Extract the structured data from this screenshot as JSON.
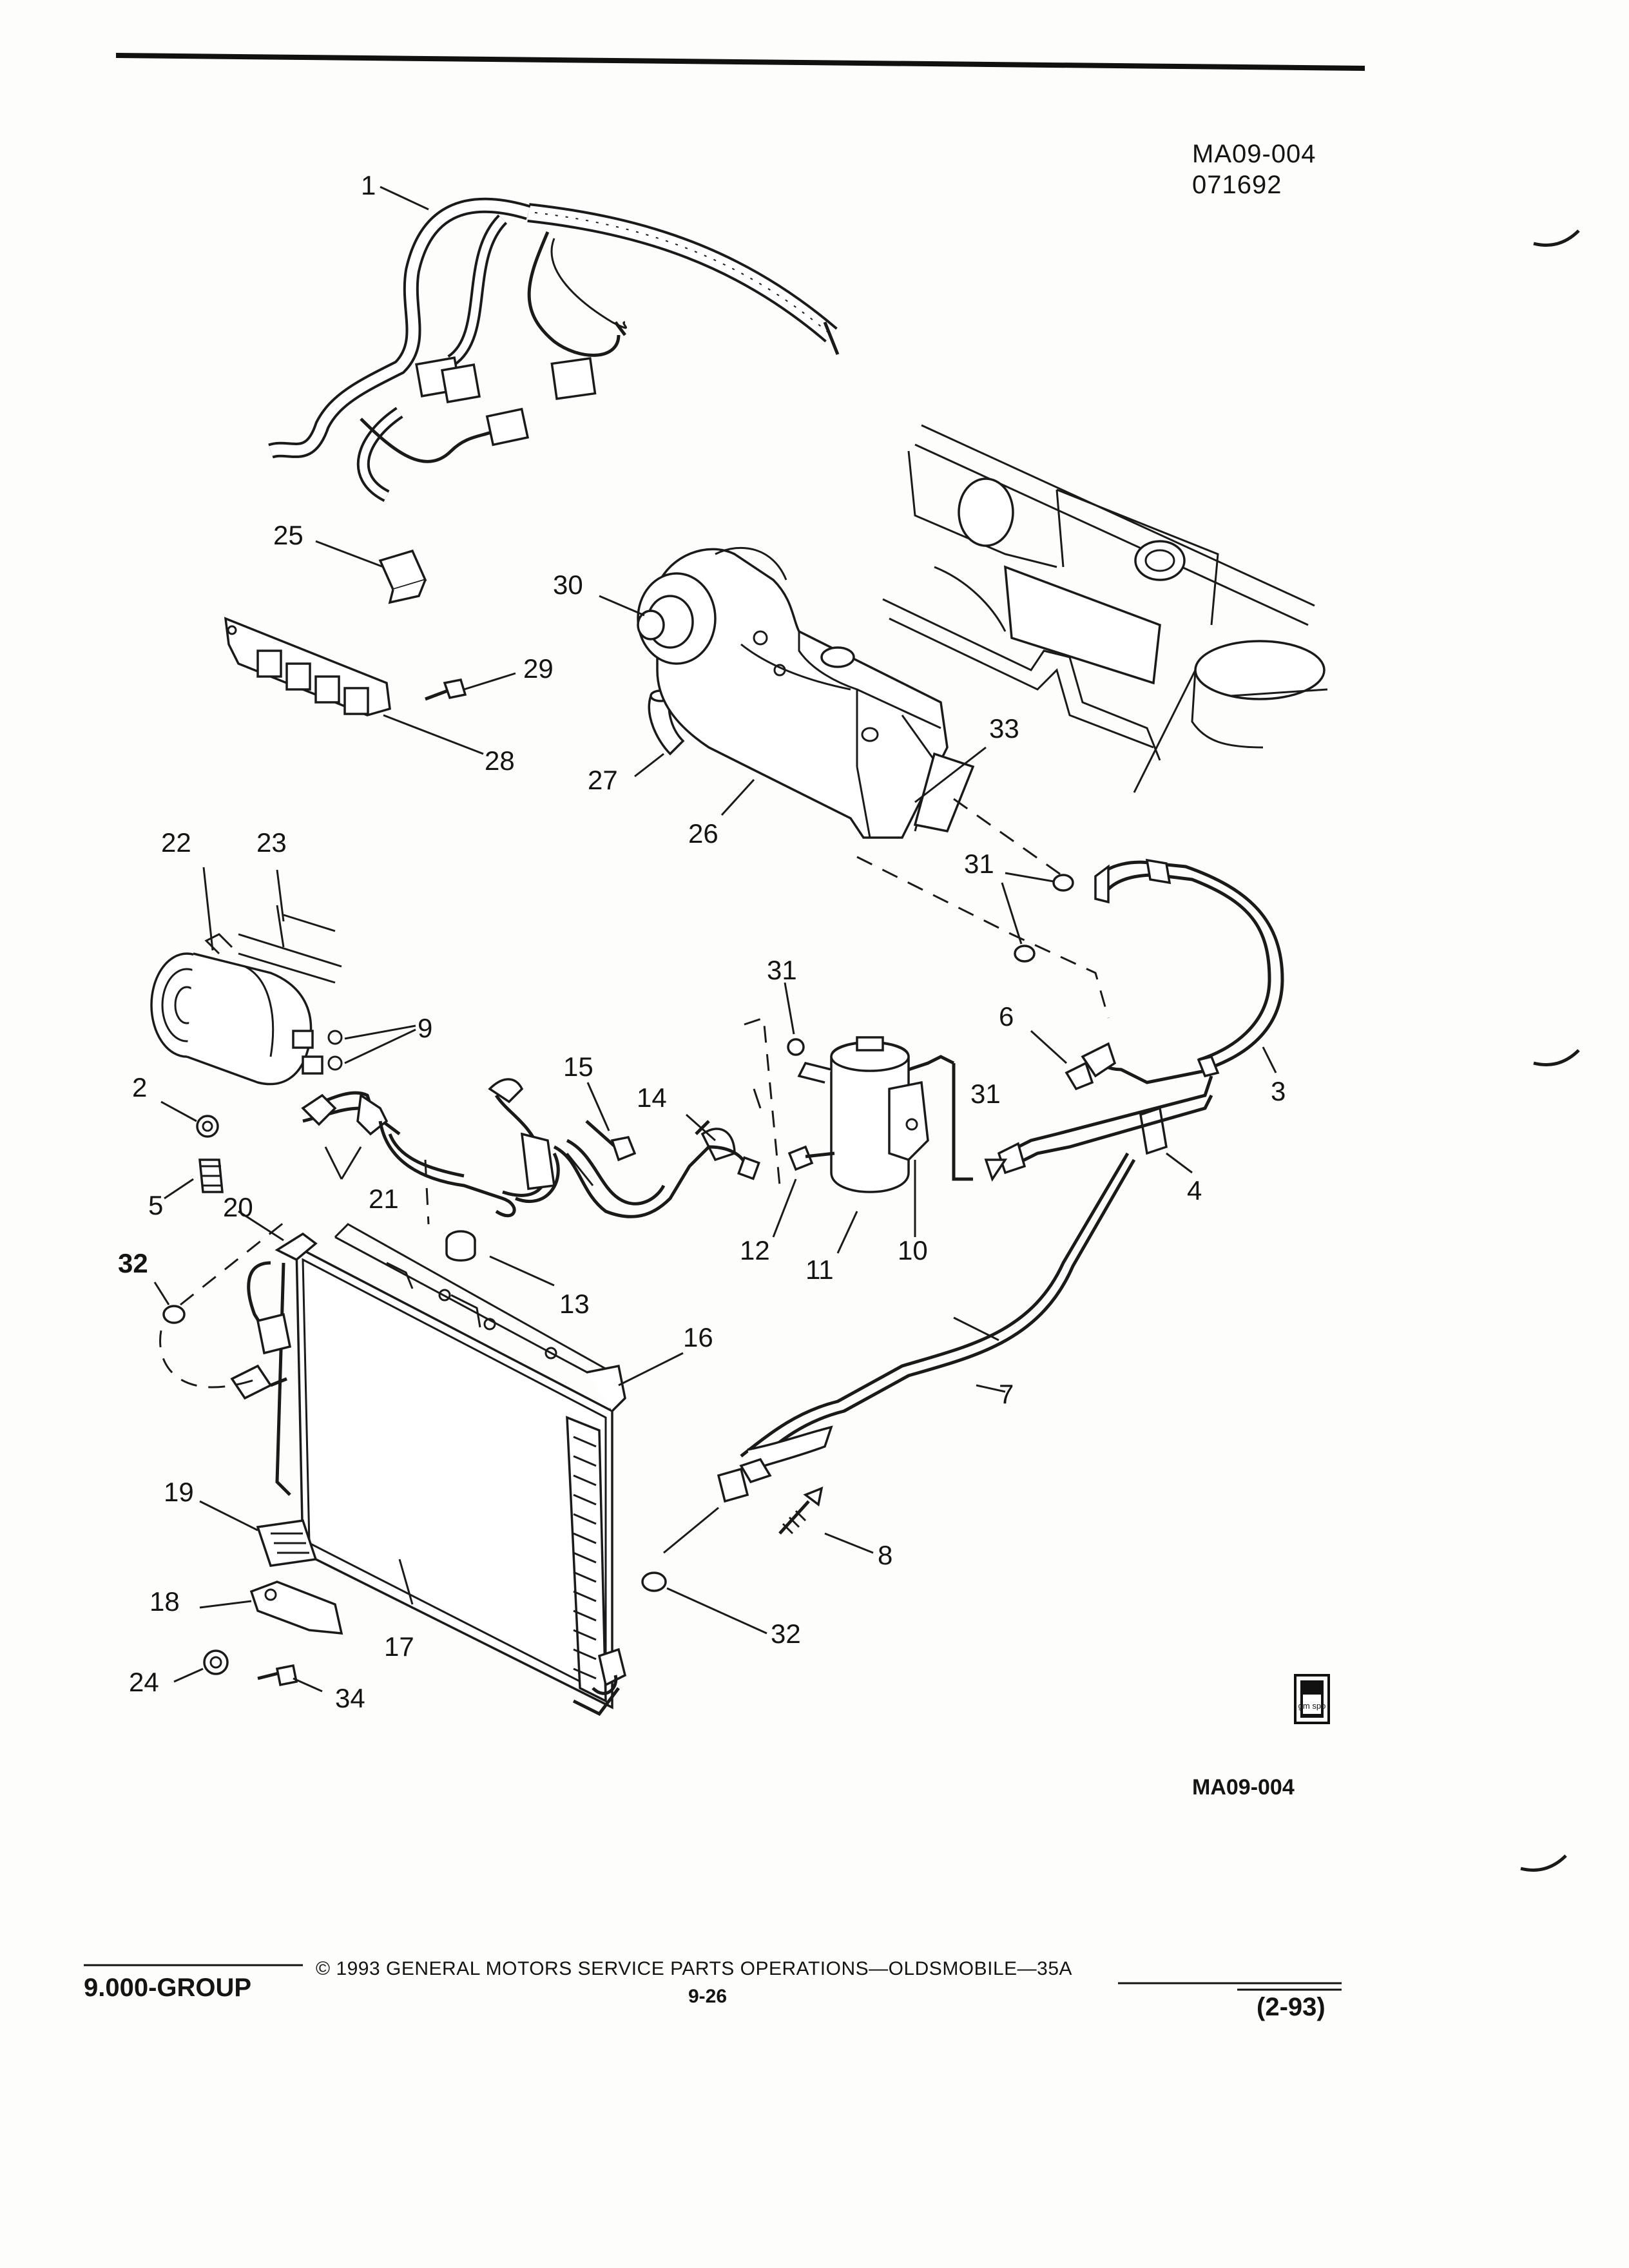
{
  "header": {
    "drawing_code": "MA09-004",
    "date_code": "071692"
  },
  "bottom_code": "MA09-004",
  "footer": {
    "group": "9.000-GROUP",
    "copyright": "© 1993 GENERAL MOTORS SERVICE PARTS OPERATIONS—OLDSMOBILE—35A",
    "page": "9-26",
    "revision": "(2-93)"
  },
  "logo": {
    "text": "gm spo"
  },
  "callouts": [
    "1",
    "25",
    "30",
    "29",
    "28",
    "27",
    "26",
    "33",
    "22",
    "23",
    "31",
    "31",
    "9",
    "2",
    "5",
    "20",
    "21",
    "15",
    "14",
    "13",
    "6",
    "31",
    "3",
    "4",
    "12",
    "11",
    "10",
    "32",
    "16",
    "7",
    "19",
    "8",
    "18",
    "17",
    "32",
    "24",
    "34"
  ]
}
